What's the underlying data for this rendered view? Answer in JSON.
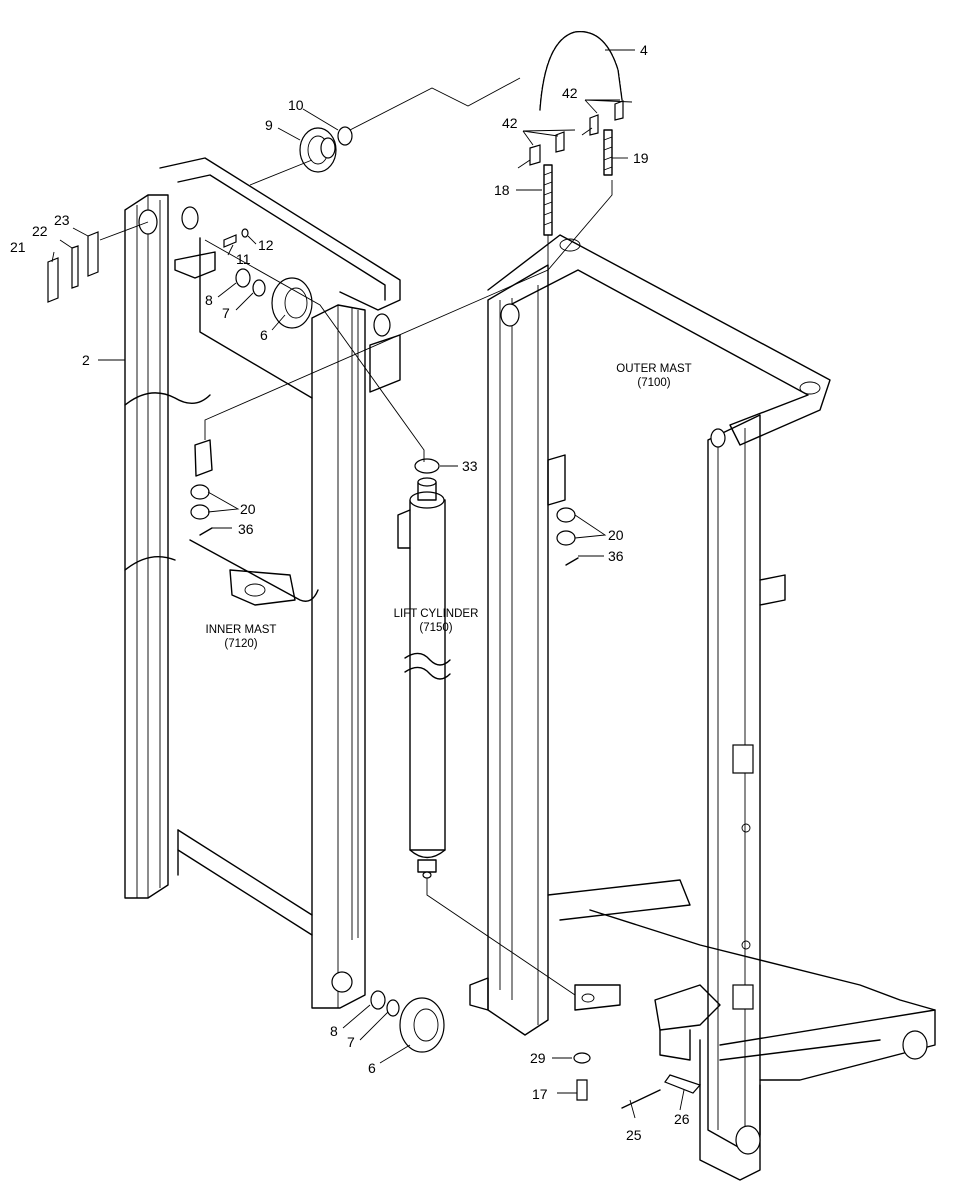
{
  "diagram": {
    "labels": {
      "outer_mast": "OUTER MAST",
      "outer_mast_code": "(7100)",
      "inner_mast": "INNER MAST",
      "inner_mast_code": "(7120)",
      "lift_cylinder": "LIFT CYLINDER",
      "lift_cylinder_code": "(7150)"
    },
    "callouts": {
      "c2": "2",
      "c4": "4",
      "c6_top": "6",
      "c6_bottom": "6",
      "c7_top": "7",
      "c7_bottom": "7",
      "c8_top": "8",
      "c8_bottom": "8",
      "c9": "9",
      "c10": "10",
      "c11": "11",
      "c12": "12",
      "c17": "17",
      "c18": "18",
      "c19": "19",
      "c20_left": "20",
      "c20_right": "20",
      "c21": "21",
      "c22": "22",
      "c23": "23",
      "c25": "25",
      "c26": "26",
      "c29": "29",
      "c33": "33",
      "c36_left": "36",
      "c36_right": "36",
      "c42_left": "42",
      "c42_right": "42"
    }
  }
}
